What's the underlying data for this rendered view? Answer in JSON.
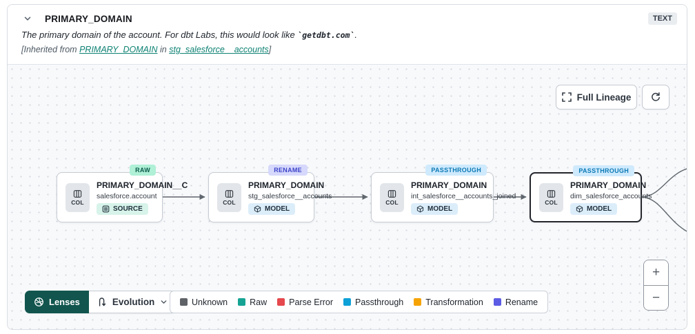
{
  "header": {
    "title": "PRIMARY_DOMAIN",
    "type_badge": "TEXT",
    "description_prefix": "The primary domain of the account. For dbt Labs, this would look like ",
    "description_code": "`getdbt.com`",
    "description_suffix": ".",
    "inherited_prefix": "[Inherited from ",
    "inherited_link_column": "PRIMARY_DOMAIN",
    "inherited_middle": " in ",
    "inherited_link_model": "stg_salesforce__accounts",
    "inherited_suffix": "]"
  },
  "toolbar": {
    "full_lineage_label": "Full Lineage"
  },
  "col_label": "COL",
  "nodes": [
    {
      "title": "PRIMARY_DOMAIN__C",
      "subtitle": "salesforce.account",
      "badge": "SOURCE",
      "tag": "RAW"
    },
    {
      "title": "PRIMARY_DOMAIN",
      "subtitle": "stg_salesforce__accounts",
      "badge": "MODEL",
      "tag": "RENAME"
    },
    {
      "title": "PRIMARY_DOMAIN",
      "subtitle": "int_salesforce__accounts_joined",
      "badge": "MODEL",
      "tag": "PASSTHROUGH"
    },
    {
      "title": "PRIMARY_DOMAIN",
      "subtitle": "dim_salesforce_accounts",
      "badge": "MODEL",
      "tag": "PASSTHROUGH"
    }
  ],
  "lenses": {
    "label": "Lenses",
    "selected_lens": "Evolution"
  },
  "legend": [
    {
      "label": "Unknown",
      "color": "#5f6368"
    },
    {
      "label": "Raw",
      "color": "#16a394"
    },
    {
      "label": "Parse Error",
      "color": "#e5484d"
    },
    {
      "label": "Passthrough",
      "color": "#0ea1d8"
    },
    {
      "label": "Transformation",
      "color": "#f5a302"
    },
    {
      "label": "Rename",
      "color": "#5c5ce5"
    }
  ],
  "zoom_controls": {
    "zoom_in": "+",
    "zoom_out": "−"
  }
}
